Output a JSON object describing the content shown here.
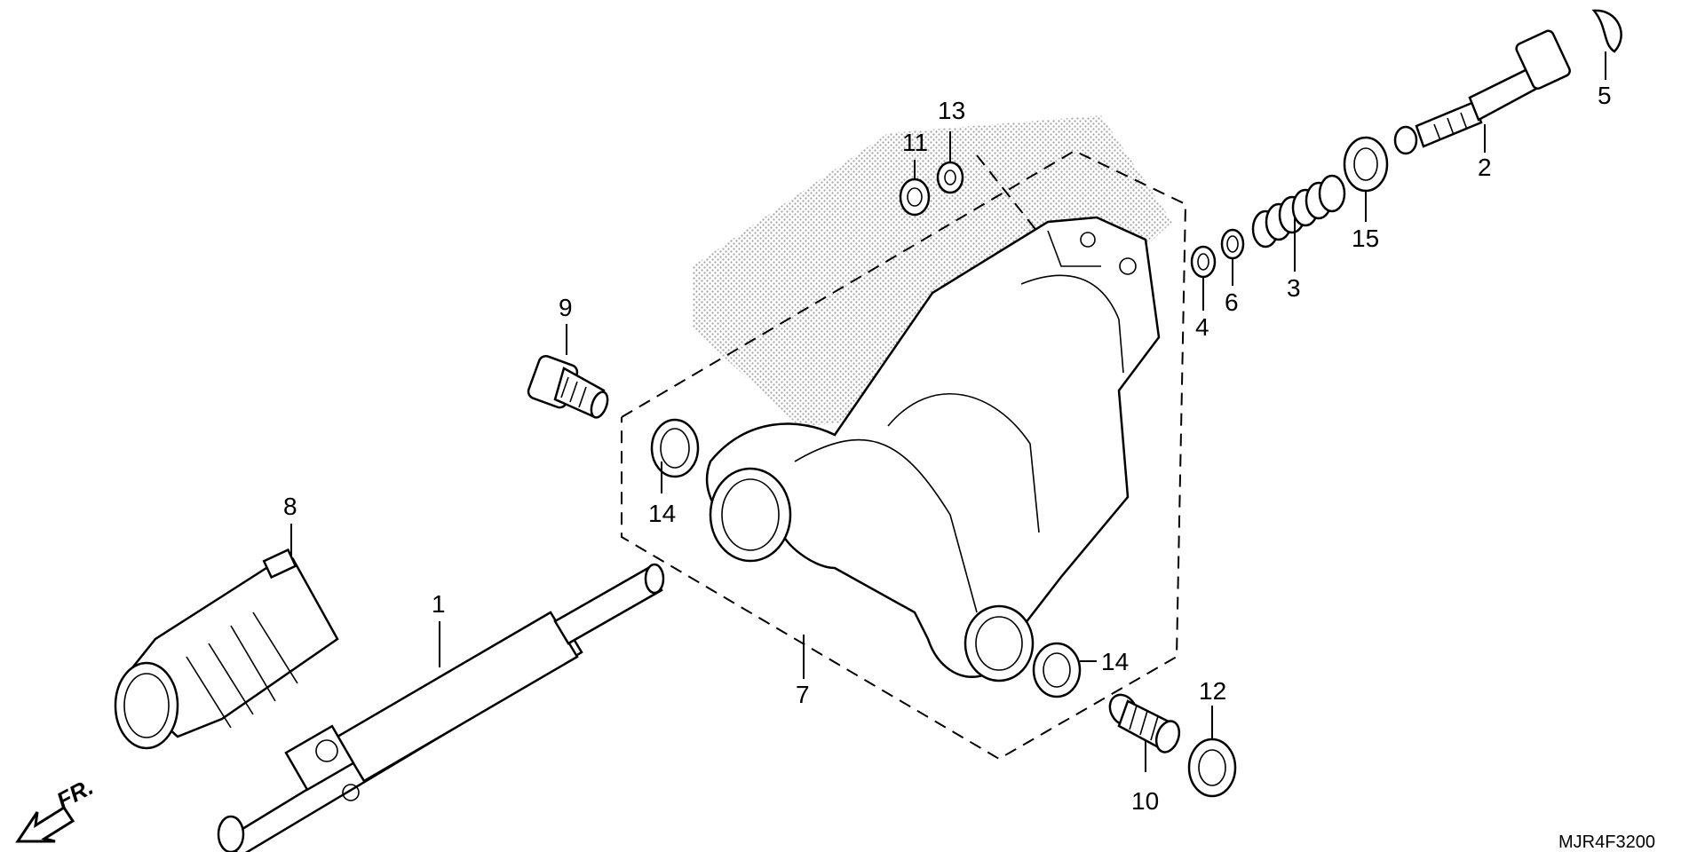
{
  "diagram": {
    "callouts": {
      "c1": "1",
      "c2": "2",
      "c3": "3",
      "c4": "4",
      "c5": "5",
      "c6": "6",
      "c7": "7",
      "c8": "8",
      "c9": "9",
      "c10": "10",
      "c11": "11",
      "c12": "12",
      "c13": "13",
      "c14a": "14",
      "c14b": "14",
      "c15": "15"
    },
    "front_label": "FR.",
    "diagram_code": "MJR4F3200"
  }
}
